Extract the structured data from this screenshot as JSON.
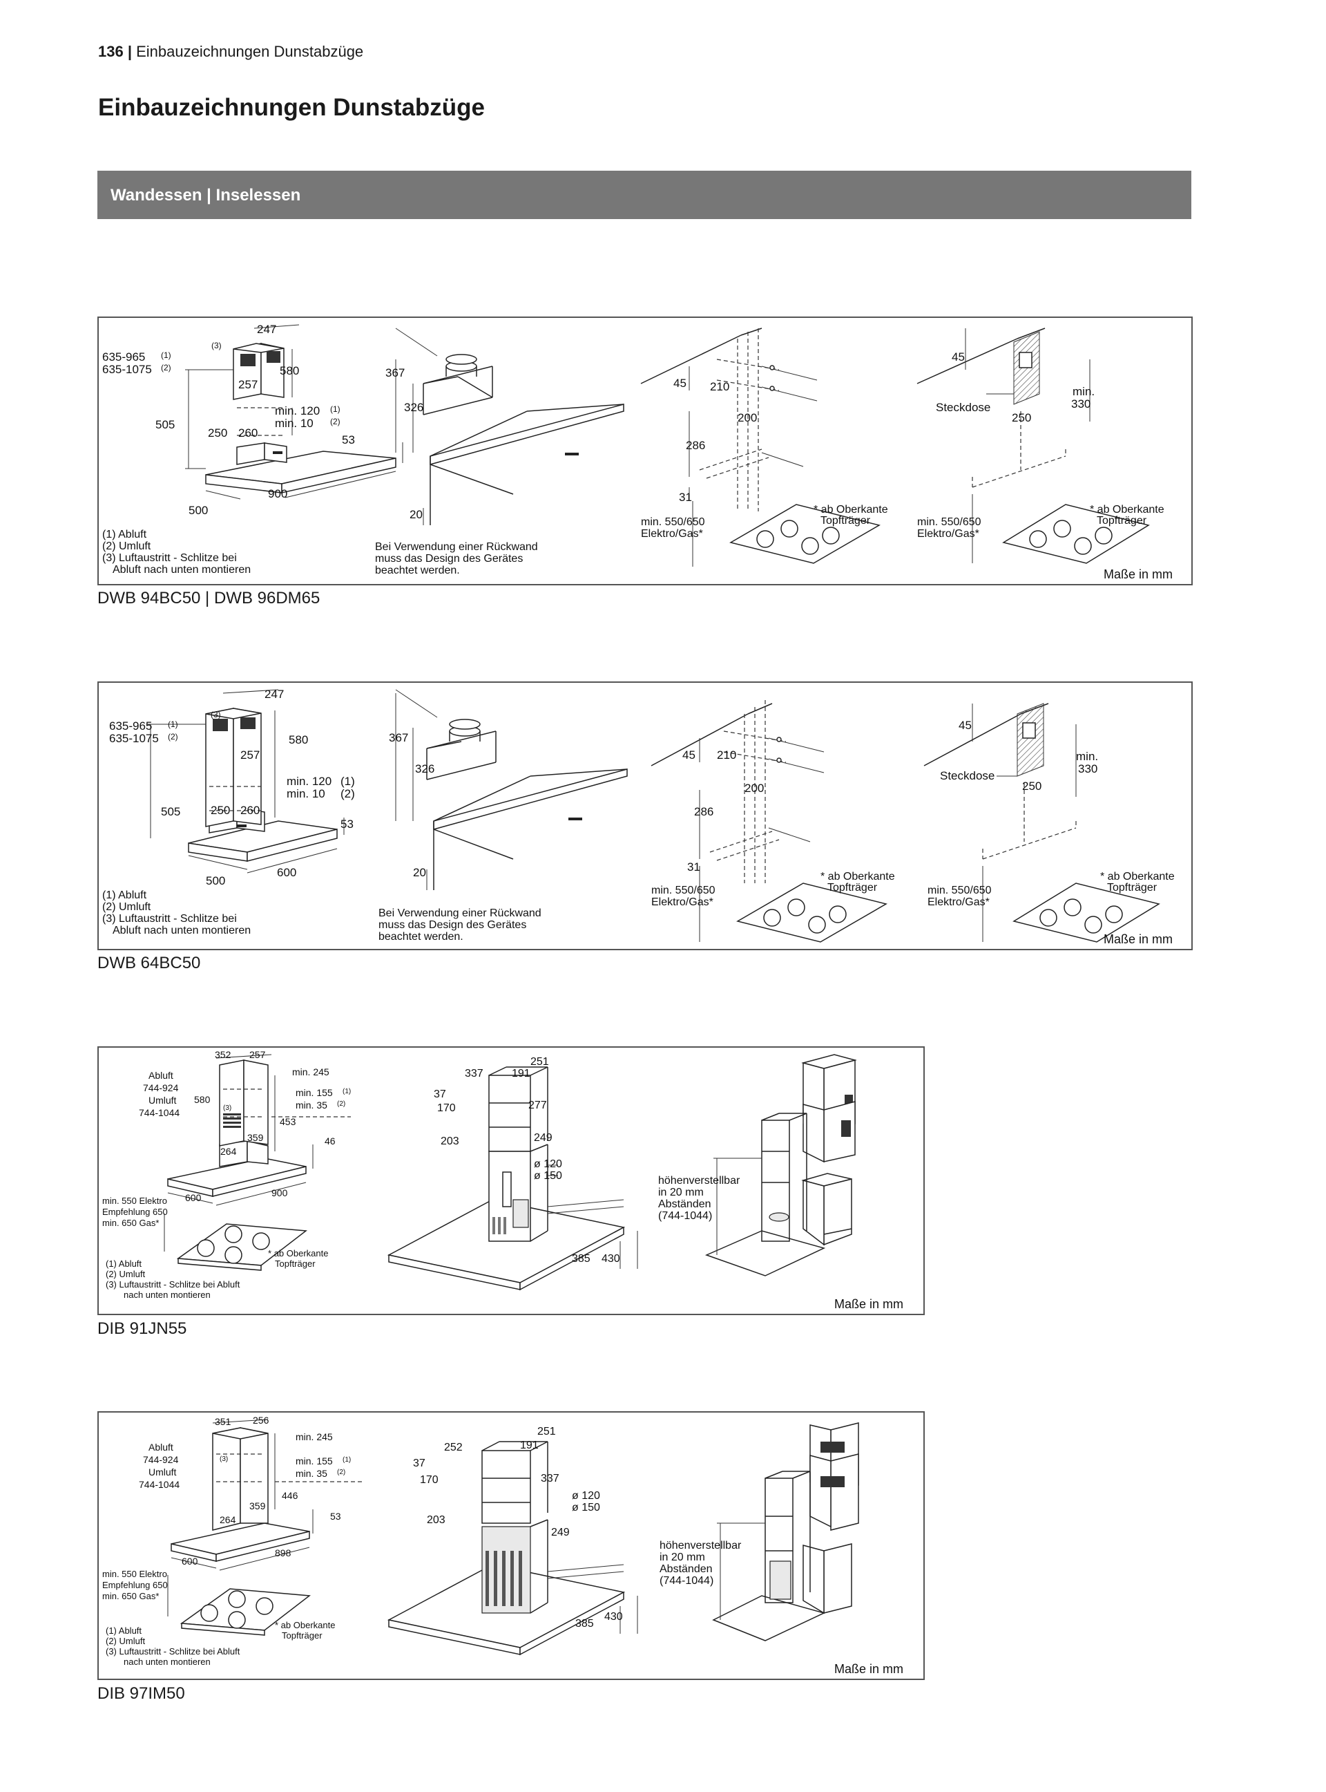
{
  "header": {
    "page_number": "136",
    "separator": "|",
    "title": "Einbauzeichnungen Dunstabzüge"
  },
  "page_title": "Einbauzeichnungen Dunstabzüge",
  "section": {
    "title": "Wandessen | Inselessen"
  },
  "figures": [
    {
      "model": "DWB 94BC50 | DWB 96DM65",
      "units": "Maße in mm",
      "hood": {
        "height_range_1": "635-965",
        "sup1": "(1)",
        "height_range_2": "635-1075",
        "sup2": "(2)",
        "top_width": "247",
        "chimney_height": "580",
        "chimney_depth": "257",
        "vent_height": "505",
        "vent_a": "250",
        "vent_b": "260",
        "min1": "min. 120",
        "min1_sup": "(1)",
        "min2": "min. 10",
        "min2_sup": "(2)",
        "rim": "53",
        "depth": "500",
        "width": "900",
        "label3": "(3)"
      },
      "legend": [
        "(1) Abluft",
        "(2) Umluft",
        "(3) Luftaustritt - Schlitze bei",
        "Abluft nach unten montieren"
      ],
      "side": {
        "h1": "367",
        "h2": "326",
        "h3": "20",
        "note": [
          "Bei Verwendung einer Rückwand",
          "muss das Design des Gerätes",
          "beachtet werden."
        ]
      },
      "mount": {
        "d45": "45",
        "d210": "210",
        "d200": "200",
        "d286": "286",
        "d31": "31",
        "min_label": "min. 550/650",
        "fuel": "Elektro/Gas*",
        "note1": "* ab Oberkante",
        "note2": "Topfträger"
      },
      "socket": {
        "d45": "45",
        "label": "Steckdose",
        "d250": "250",
        "min": "min.",
        "min_val": "330",
        "min_label": "min. 550/650",
        "fuel": "Elektro/Gas*",
        "note1": "* ab Oberkante",
        "note2": "Topfträger"
      }
    },
    {
      "model": "DWB 64BC50",
      "units": "Maße in mm",
      "hood": {
        "height_range_1": "635-965",
        "sup1": "(1)",
        "height_range_2": "635-1075",
        "sup2": "(2)",
        "top_width": "247",
        "chimney_height": "580",
        "chimney_depth": "257",
        "vent_height": "505",
        "vent_a": "250",
        "vent_b": "260",
        "min1": "min. 120",
        "min1_sup": "(1)",
        "min2": "min. 10",
        "min2_sup": "(2)",
        "rim": "53",
        "depth": "500",
        "width": "600",
        "label3": "(3)"
      },
      "legend": [
        "(1) Abluft",
        "(2) Umluft",
        "(3) Luftaustritt - Schlitze bei",
        "Abluft nach unten montieren"
      ],
      "side": {
        "h1": "367",
        "h2": "326",
        "h3": "20",
        "note": [
          "Bei Verwendung einer Rückwand",
          "muss das Design des Gerätes",
          "beachtet werden."
        ]
      },
      "mount": {
        "d45": "45",
        "d210": "210",
        "d200": "200",
        "d286": "286",
        "d31": "31",
        "min_label": "min. 550/650",
        "fuel": "Elektro/Gas*",
        "note1": "* ab Oberkante",
        "note2": "Topfträger"
      },
      "socket": {
        "d45": "45",
        "label": "Steckdose",
        "d250": "250",
        "min": "min.",
        "min_val": "330",
        "min_label": "min. 550/650",
        "fuel": "Elektro/Gas*",
        "note1": "* ab Oberkante",
        "note2": "Topfträger"
      }
    },
    {
      "model": "DIB 91JN55",
      "units": "Maße in mm",
      "hood": {
        "top_a": "352",
        "top_b": "257",
        "abluft": "Abluft",
        "abluft_range": "744-924",
        "umluft": "Umluft",
        "umluft_range": "744-1044",
        "chimney_height": "580",
        "min245": "min. 245",
        "min155": "min. 155",
        "sup1": "(1)",
        "min35": "min. 35",
        "sup2": "(2)",
        "d453": "453",
        "d359": "359",
        "d264": "264",
        "rim": "46",
        "depth": "600",
        "width": "900",
        "label3": "(3)"
      },
      "cooktop": [
        "min. 550 Elektro",
        "Empfehlung 650",
        "min. 650 Gas*"
      ],
      "note": [
        "* ab Oberkante",
        "Topfträger"
      ],
      "legend": [
        "(1)  Abluft",
        "(2)  Umluft",
        "(3)  Luftaustritt - Schlitze bei Abluft",
        "nach unten montieren"
      ],
      "frame": {
        "d251": "251",
        "d337": "337",
        "d191": "191",
        "d37": "37",
        "d170": "170",
        "d277": "277",
        "d203": "203",
        "d249": "249",
        "d120": "ø 120",
        "d150": "ø 150",
        "d385": "385",
        "d430": "430"
      },
      "adjust": [
        "höhenverstellbar",
        "in 20 mm",
        "Abständen",
        "(744-1044)"
      ]
    },
    {
      "model": "DIB 97IM50",
      "units": "Maße in mm",
      "hood": {
        "top_a": "351",
        "top_b": "256",
        "abluft": "Abluft",
        "abluft_range": "744-924",
        "umluft": "Umluft",
        "umluft_range": "744-1044",
        "min245": "min. 245",
        "min155": "min. 155",
        "sup1": "(1)",
        "min35": "min. 35",
        "sup2": "(2)",
        "d446": "446",
        "d359": "359",
        "d264": "264",
        "rim": "53",
        "depth": "600",
        "width": "898",
        "label3": "(3)"
      },
      "cooktop": [
        "min. 550 Elektro",
        "Empfehlung 650",
        "min. 650 Gas*"
      ],
      "note": [
        "* ab Oberkante",
        "Topfträger"
      ],
      "legend": [
        "(1)  Abluft",
        "(2)  Umluft",
        "(3)  Luftaustritt - Schlitze bei Abluft",
        "nach unten montieren"
      ],
      "frame": {
        "d251": "251",
        "d252": "252",
        "d191": "191",
        "d37": "37",
        "d170": "170",
        "d337": "337",
        "d203": "203",
        "d249": "249",
        "d120": "ø 120",
        "d150": "ø 150",
        "d385": "385",
        "d430": "430"
      },
      "adjust": [
        "höhenverstellbar",
        "in 20 mm",
        "Abständen",
        "(744-1044)"
      ]
    }
  ]
}
